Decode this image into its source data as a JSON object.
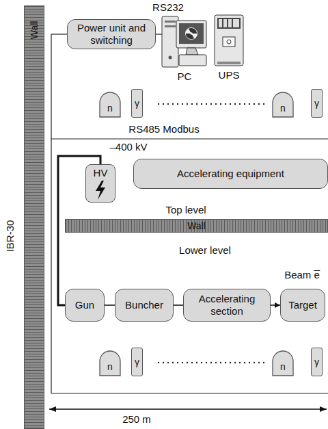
{
  "diagram": {
    "nodes": [
      {
        "text": [
          "Wall"
        ]
      },
      {
        "text": [
          "Power unit and switching"
        ]
      },
      {
        "text": [
          "n"
        ]
      },
      {
        "text": [
          "γ"
        ]
      },
      {
        "text": [
          "n"
        ]
      },
      {
        "text": [
          "γ"
        ]
      },
      {
        "text": [
          "HV"
        ]
      },
      {
        "text": [
          "Accelerating equipment"
        ]
      },
      {
        "text": [
          "Wall"
        ]
      },
      {
        "text": [
          "Gun"
        ]
      },
      {
        "text": [
          "Buncher"
        ]
      },
      {
        "text": [
          "Accelerating section"
        ]
      },
      {
        "text": [
          "Target"
        ]
      },
      {
        "text": [
          "n"
        ]
      },
      {
        "text": [
          "γ"
        ]
      },
      {
        "text": [
          "n"
        ]
      },
      {
        "text": [
          "γ"
        ]
      }
    ],
    "edges": [
      {
        "from": 6,
        "to": 9,
        "arrow": "none"
      },
      {
        "from": 9,
        "to": 10,
        "arrow": "none"
      },
      {
        "from": 10,
        "to": 11,
        "arrow": "none"
      },
      {
        "from": 11,
        "to": 12,
        "arrow": "to"
      }
    ],
    "labels": [
      "IBR-30",
      "RS232",
      "PC",
      "UPS",
      "RS485 Modbus",
      "–400 kV",
      "Top level",
      "Lower level",
      "Beam e̅",
      "250 m"
    ]
  }
}
